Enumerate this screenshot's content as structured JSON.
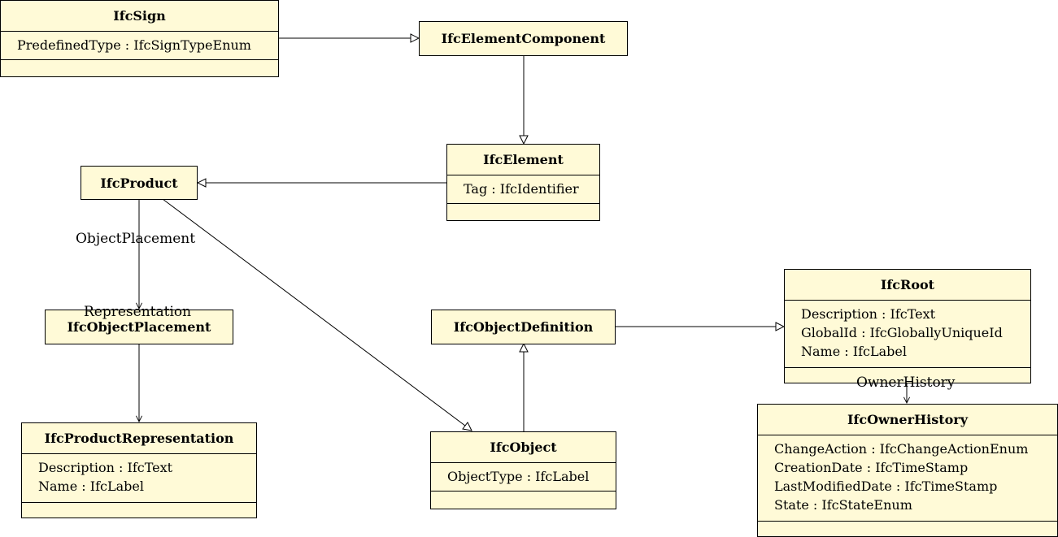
{
  "classes": {
    "ifcsign": {
      "name": "IfcSign",
      "attributes": [
        "PredefinedType : IfcSignTypeEnum"
      ]
    },
    "ifcelementcomponent": {
      "name": "IfcElementComponent",
      "attributes": []
    },
    "ifcelement": {
      "name": "IfcElement",
      "attributes": [
        "Tag : IfcIdentifier"
      ]
    },
    "ifcproduct": {
      "name": "IfcProduct",
      "attributes": []
    },
    "ifcobjectplacement": {
      "name": "IfcObjectPlacement",
      "attributes": []
    },
    "ifcproductrepresentation": {
      "name": "IfcProductRepresentation",
      "attributes": [
        "Description : IfcText",
        "Name : IfcLabel"
      ]
    },
    "ifcobjectdefinition": {
      "name": "IfcObjectDefinition",
      "attributes": []
    },
    "ifcobject": {
      "name": "IfcObject",
      "attributes": [
        "ObjectType : IfcLabel"
      ]
    },
    "ifcroot": {
      "name": "IfcRoot",
      "attributes": [
        "Description : IfcText",
        "GlobalId : IfcGloballyUniqueId",
        "Name : IfcLabel"
      ]
    },
    "ifcownerhistory": {
      "name": "IfcOwnerHistory",
      "attributes": [
        "ChangeAction : IfcChangeActionEnum",
        "CreationDate : IfcTimeStamp",
        "LastModifiedDate : IfcTimeStamp",
        "State : IfcStateEnum"
      ]
    }
  },
  "relations": {
    "object_placement": "ObjectPlacement",
    "representation": "Representation",
    "owner_history": "OwnerHistory"
  },
  "colors": {
    "class_fill": "#fffad7",
    "line": "#000000"
  }
}
